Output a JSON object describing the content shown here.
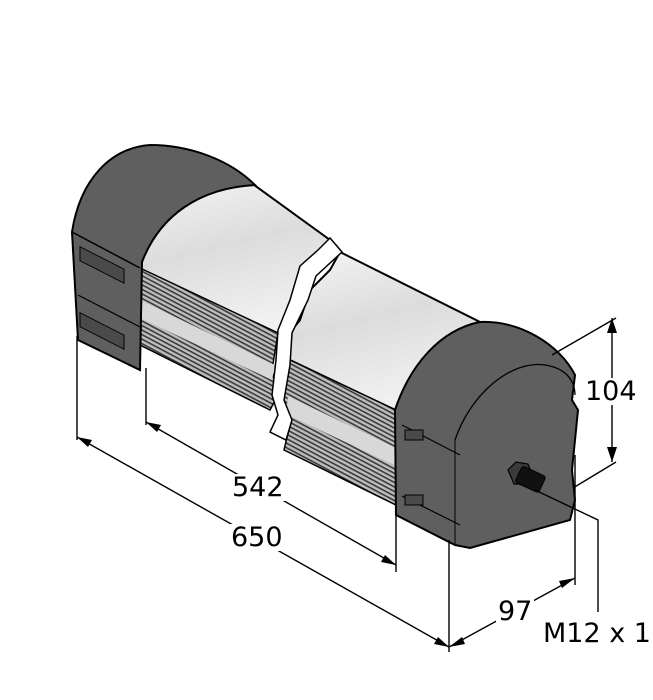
{
  "drawing": {
    "subject": "Cylindrical device with dark end caps, light gray ribbed body and side M12 connector, shown with break line",
    "colors": {
      "end_cap": "#5f5f5f",
      "end_cap_dark": "#4a4a4a",
      "body_light": "#e9e9e9",
      "body_mid": "#cfcfcf",
      "rib_dark": "#3a3a3a",
      "line": "#000000",
      "background": "#ffffff"
    }
  },
  "dimensions": {
    "height": "104",
    "inner_length": "542",
    "overall_length": "650",
    "depth": "97",
    "connector": "M12 x 1"
  }
}
